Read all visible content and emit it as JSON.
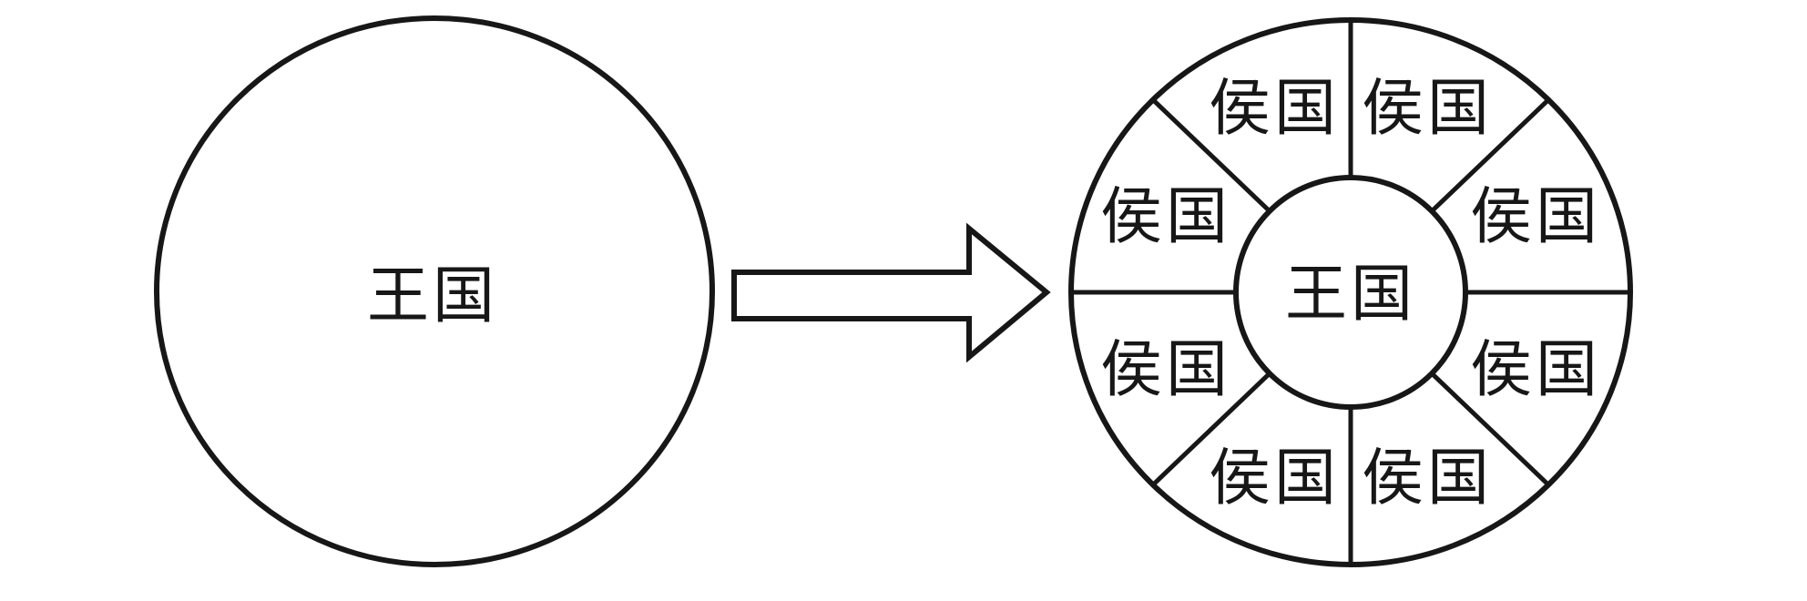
{
  "colors": {
    "stroke": "#171717",
    "text": "#171717",
    "background": "#ffffff"
  },
  "diagram": {
    "left_circle": {
      "label": "王国"
    },
    "right_wheel": {
      "center_label": "王国",
      "segments": [
        {
          "label": "侯国"
        },
        {
          "label": "侯国"
        },
        {
          "label": "侯国"
        },
        {
          "label": "侯国"
        },
        {
          "label": "侯国"
        },
        {
          "label": "侯国"
        },
        {
          "label": "侯国"
        },
        {
          "label": "侯国"
        }
      ]
    }
  }
}
